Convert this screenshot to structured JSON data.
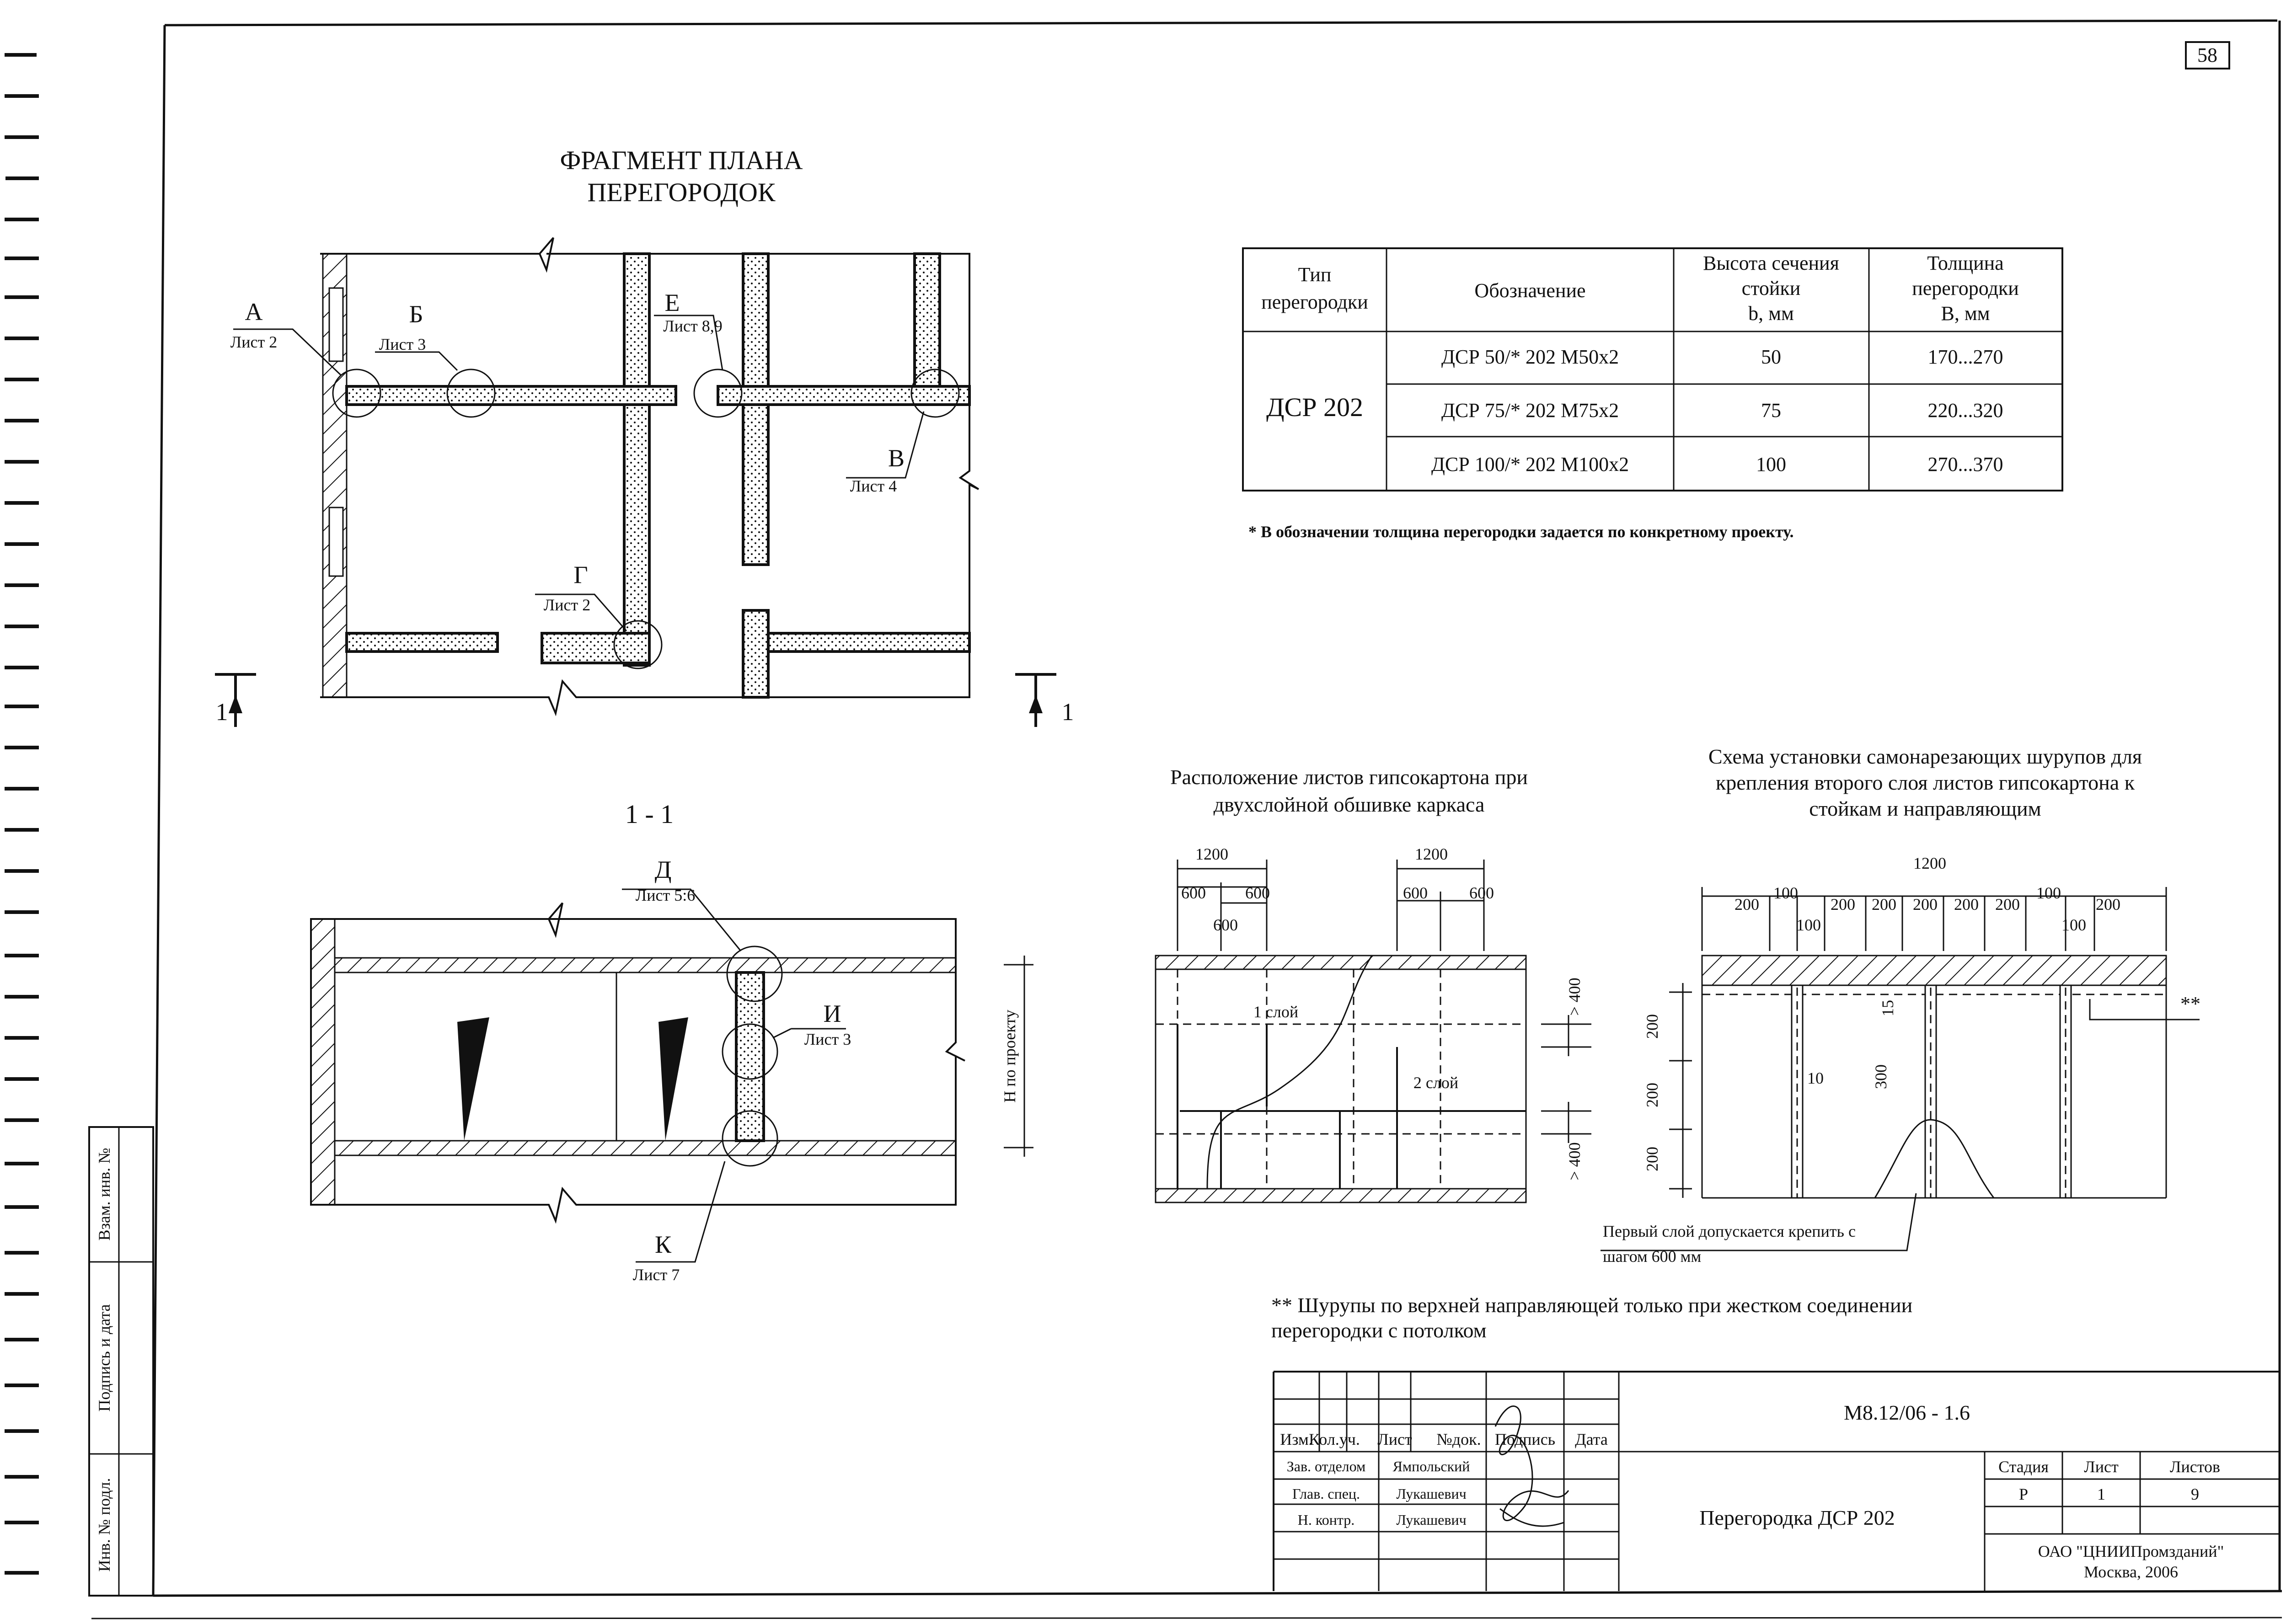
{
  "sheet_number": "58",
  "plan": {
    "title_line1": "ФРАГМЕНТ ПЛАНА",
    "title_line2": "ПЕРЕГОРОДОК",
    "callouts": [
      {
        "letter": "А",
        "sheet": "Лист 2"
      },
      {
        "letter": "Б",
        "sheet": "Лист 3"
      },
      {
        "letter": "Е",
        "sheet": "Лист 8,9"
      },
      {
        "letter": "В",
        "sheet": "Лист 4"
      },
      {
        "letter": "Г",
        "sheet": "Лист 2"
      }
    ],
    "section_mark": "1"
  },
  "section": {
    "title": "1 - 1",
    "callouts": [
      {
        "letter": "Д",
        "sheet": "Лист 5:6"
      },
      {
        "letter": "И",
        "sheet": "Лист 3"
      },
      {
        "letter": "К",
        "sheet": "Лист 7"
      }
    ],
    "height_label": "Н по проекту"
  },
  "spec_table": {
    "headers": [
      "Тип перегородки",
      "Обозначение",
      "Высота сечения стойки b, мм",
      "Толщина перегородки В, мм"
    ],
    "header_lines": [
      [
        "Тип",
        "перегородки"
      ],
      [
        "Обозначение"
      ],
      [
        "Высота сечения",
        "стойки",
        "b, мм"
      ],
      [
        "Толщина",
        "перегородки",
        "В, мм"
      ]
    ],
    "type": "ДСР 202",
    "rows": [
      [
        "ДСР 50/* 202 М50х2",
        "50",
        "170...270"
      ],
      [
        "ДСР 75/* 202 М75х2",
        "75",
        "220...320"
      ],
      [
        "ДСР 100/* 202 М100х2",
        "100",
        "270...370"
      ]
    ],
    "footnote": "* В обозначении толщина перегородки  задается по конкретному проекту."
  },
  "layers_diagram": {
    "title_line1": "Расположение  листов гипсокартона при",
    "title_line2": "двухслойной обшивке каркаса",
    "dims": [
      "1200",
      "600",
      "600",
      "600",
      "1200",
      "600",
      "600"
    ],
    "layer1": "1 слой",
    "layer2": "2 слой",
    "side_dims": [
      "> 400",
      "> 400"
    ]
  },
  "screws_diagram": {
    "title_line1": "Схема установки самонарезающих шурупов для",
    "title_line2": "крепления второго слоя листов гипсокартона к",
    "title_line3": "стойкам и направляющим",
    "top_dims": [
      "1200",
      "200",
      "100",
      "200",
      "200",
      "200",
      "200",
      "200",
      "100",
      "200",
      "100",
      "100"
    ],
    "side_dims": [
      "200",
      "200",
      "200"
    ],
    "inner_dims": [
      "15",
      "300",
      "10"
    ],
    "mark": "**",
    "note_line1": "Первый  слой допускается крепить с",
    "note_line2": "шагом 600 мм"
  },
  "note2_line1": "** Шурупы по верхней направляющей только при жестком соединении",
  "note2_line2": "перегородки с потолком",
  "stamp": {
    "doc_code": "М8.12/06 - 1.6",
    "col_headers": [
      "Изм.",
      "Кол.уч.",
      "Лист",
      "№док.",
      "Подпись",
      "Дата"
    ],
    "people": [
      {
        "role": "Зав. отделом",
        "name": "Ямпольский"
      },
      {
        "role": "Глав. спец.",
        "name": "Лукашевич"
      },
      {
        "role": "Н. контр.",
        "name": "Лукашевич"
      }
    ],
    "title": "Перегородка ДСР 202",
    "stage_label": "Стадия",
    "sheet_label": "Лист",
    "sheets_label": "Листов",
    "stage": "Р",
    "sheet": "1",
    "sheets": "9",
    "org_line1": "ОАО \"ЦНИИПромзданий\"",
    "org_line2": "Москва, 2006"
  },
  "side_stamp": {
    "labels": [
      "Взам. инв. №",
      "Подпись и дата",
      "Инв. № подл."
    ]
  }
}
